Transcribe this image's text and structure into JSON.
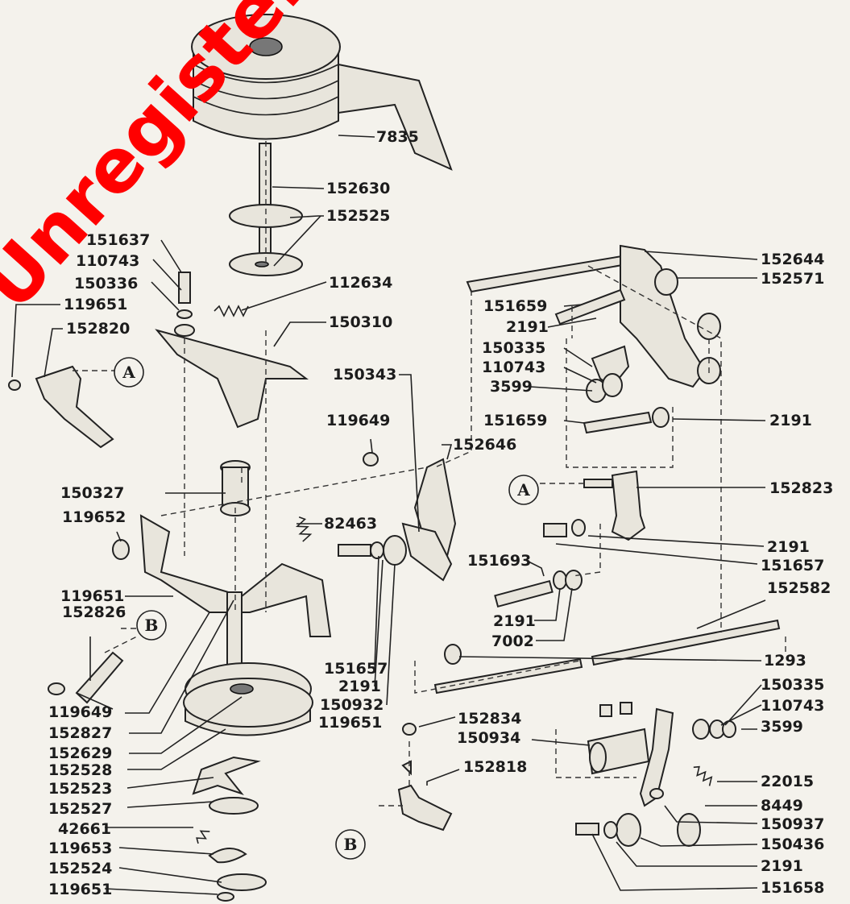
{
  "watermark": {
    "text": "Unregistered",
    "color": "#ff0000"
  },
  "callouts": {
    "A": "A",
    "B": "B"
  },
  "part_numbers": [
    "7835",
    "152630",
    "152525",
    "151637",
    "110743",
    "150336",
    "119651",
    "152820",
    "112634",
    "150310",
    "150343",
    "119649",
    "152646",
    "150327",
    "119652",
    "82463",
    "119651",
    "152826",
    "151657",
    "2191",
    "150932",
    "119649",
    "152827",
    "152629",
    "119651",
    "152528",
    "152523",
    "152527",
    "42661",
    "119653",
    "152524",
    "119651",
    "152644",
    "152571",
    "151659",
    "2191",
    "150335",
    "110743",
    "3599",
    "151659",
    "2191",
    "152823",
    "2191",
    "151657",
    "151693",
    "152582",
    "2191",
    "7002",
    "1293",
    "150335",
    "110743",
    "3599",
    "152834",
    "150934",
    "152818",
    "22015",
    "8449",
    "150937",
    "150436",
    "2191",
    "151658"
  ]
}
